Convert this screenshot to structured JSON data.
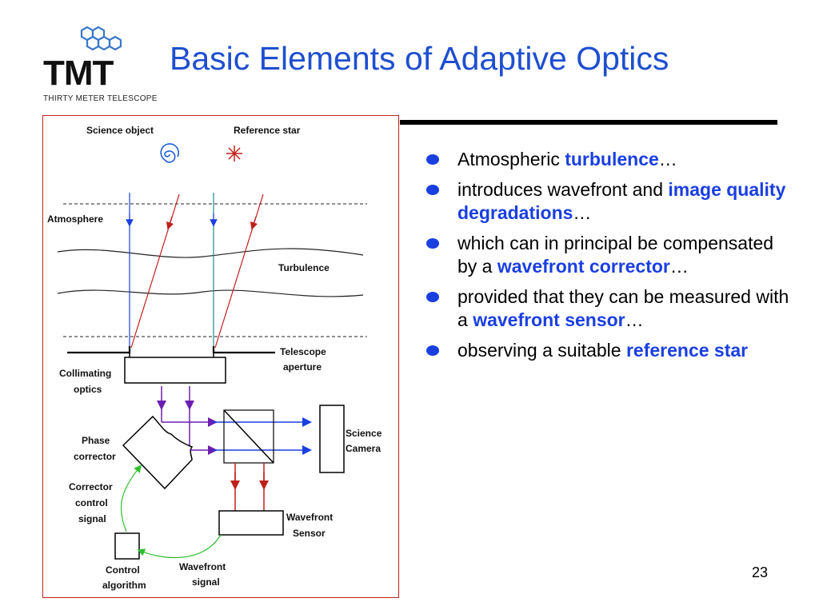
{
  "logo": {
    "letters": "TMT",
    "subtitle": "THIRTY METER TELESCOPE",
    "icon": "hexagon-cluster-icon"
  },
  "title": "Basic Elements of Adaptive Optics",
  "diagram": {
    "science_object": "Science object",
    "reference_star": "Reference star",
    "atmosphere": "Atmosphere",
    "turbulence": "Turbulence",
    "telescope_aperture_1": "Telescope",
    "telescope_aperture_2": "aperture",
    "collimating_optics_1": "Collimating",
    "collimating_optics_2": "optics",
    "phase_corrector_1": "Phase",
    "phase_corrector_2": "corrector",
    "corrector_control_1": "Corrector",
    "corrector_control_2": "control",
    "corrector_control_3": "signal",
    "control_algorithm_1": "Control",
    "control_algorithm_2": "algorithm",
    "wavefront_signal_1": "Wavefront",
    "wavefront_signal_2": "signal",
    "wavefront_sensor_1": "Wavefront",
    "wavefront_sensor_2": "Sensor",
    "science_camera_1": "Science",
    "science_camera_2": "Camera",
    "colors": {
      "science_ray": "#1a3fe0",
      "reference_ray": "#c0201c",
      "beam_purple": "#6a1fb0",
      "control_signal": "#2fc02f",
      "border": "#c0201c"
    }
  },
  "bullets": [
    {
      "pre": "Atmospheric ",
      "hl": "turbulence",
      "post": "…"
    },
    {
      "pre": "introduces wavefront and ",
      "hl": "image quality degradations",
      "post": "…"
    },
    {
      "pre": "which can in principal be compensated by a ",
      "hl": "wavefront corrector",
      "post": "…"
    },
    {
      "pre": "provided that they can be measured with a ",
      "hl": "wavefront sensor",
      "post": "…"
    },
    {
      "pre": "observing a suitable ",
      "hl": "reference star",
      "post": ""
    }
  ],
  "page_number": "23",
  "colors": {
    "title": "#1f4fcf",
    "highlight": "#1a3fe0",
    "bullet": "#1a3fe0"
  }
}
